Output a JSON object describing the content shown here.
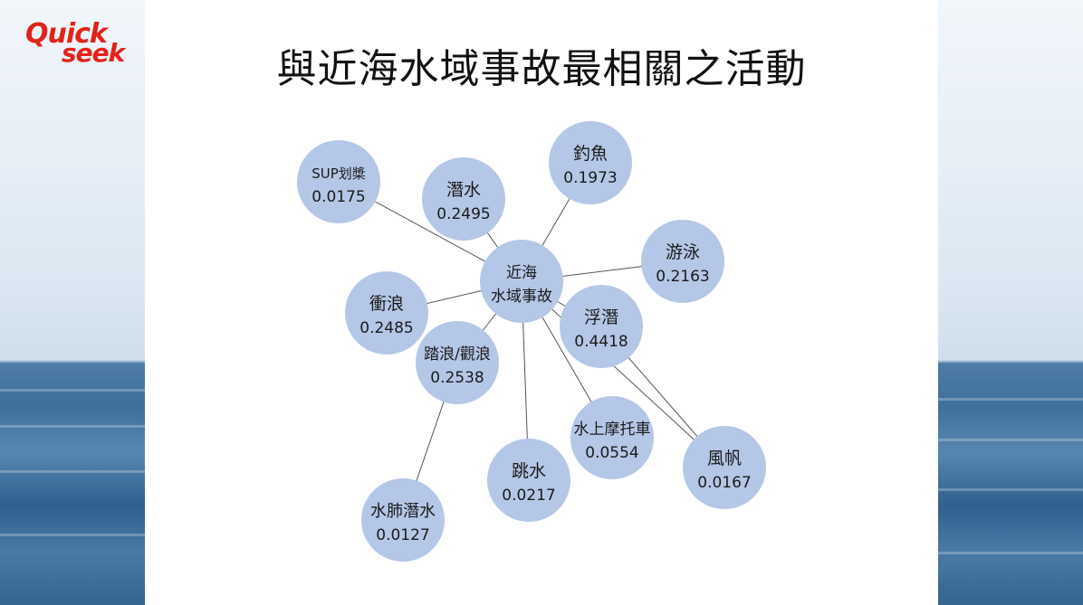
{
  "logo": {
    "line1": "Quick",
    "line2": "seek"
  },
  "title": "與近海水域事故最相關之活動",
  "colors": {
    "node_fill": "#b4c7e7",
    "edge": "#555555",
    "logo_red": "#e2231a"
  },
  "diagram": {
    "center": {
      "line1": "近海",
      "line2": "水域事故"
    },
    "nodes": [
      {
        "id": "sup",
        "label": "SUP划槳",
        "value": "0.0175"
      },
      {
        "id": "diving",
        "label": "潛水",
        "value": "0.2495"
      },
      {
        "id": "fishing",
        "label": "釣魚",
        "value": "0.1973"
      },
      {
        "id": "swimming",
        "label": "游泳",
        "value": "0.2163"
      },
      {
        "id": "surfing",
        "label": "衝浪",
        "value": "0.2485"
      },
      {
        "id": "snorkeling",
        "label": "浮潛",
        "value": "0.4418"
      },
      {
        "id": "wave-watching",
        "label": "踏浪/觀浪",
        "value": "0.2538"
      },
      {
        "id": "jetski",
        "label": "水上摩托車",
        "value": "0.0554"
      },
      {
        "id": "windsurfing",
        "label": "風帆",
        "value": "0.0167"
      },
      {
        "id": "cliff-jumping",
        "label": "跳水",
        "value": "0.0217"
      },
      {
        "id": "scuba",
        "label": "水肺潛水",
        "value": "0.0127"
      }
    ]
  }
}
